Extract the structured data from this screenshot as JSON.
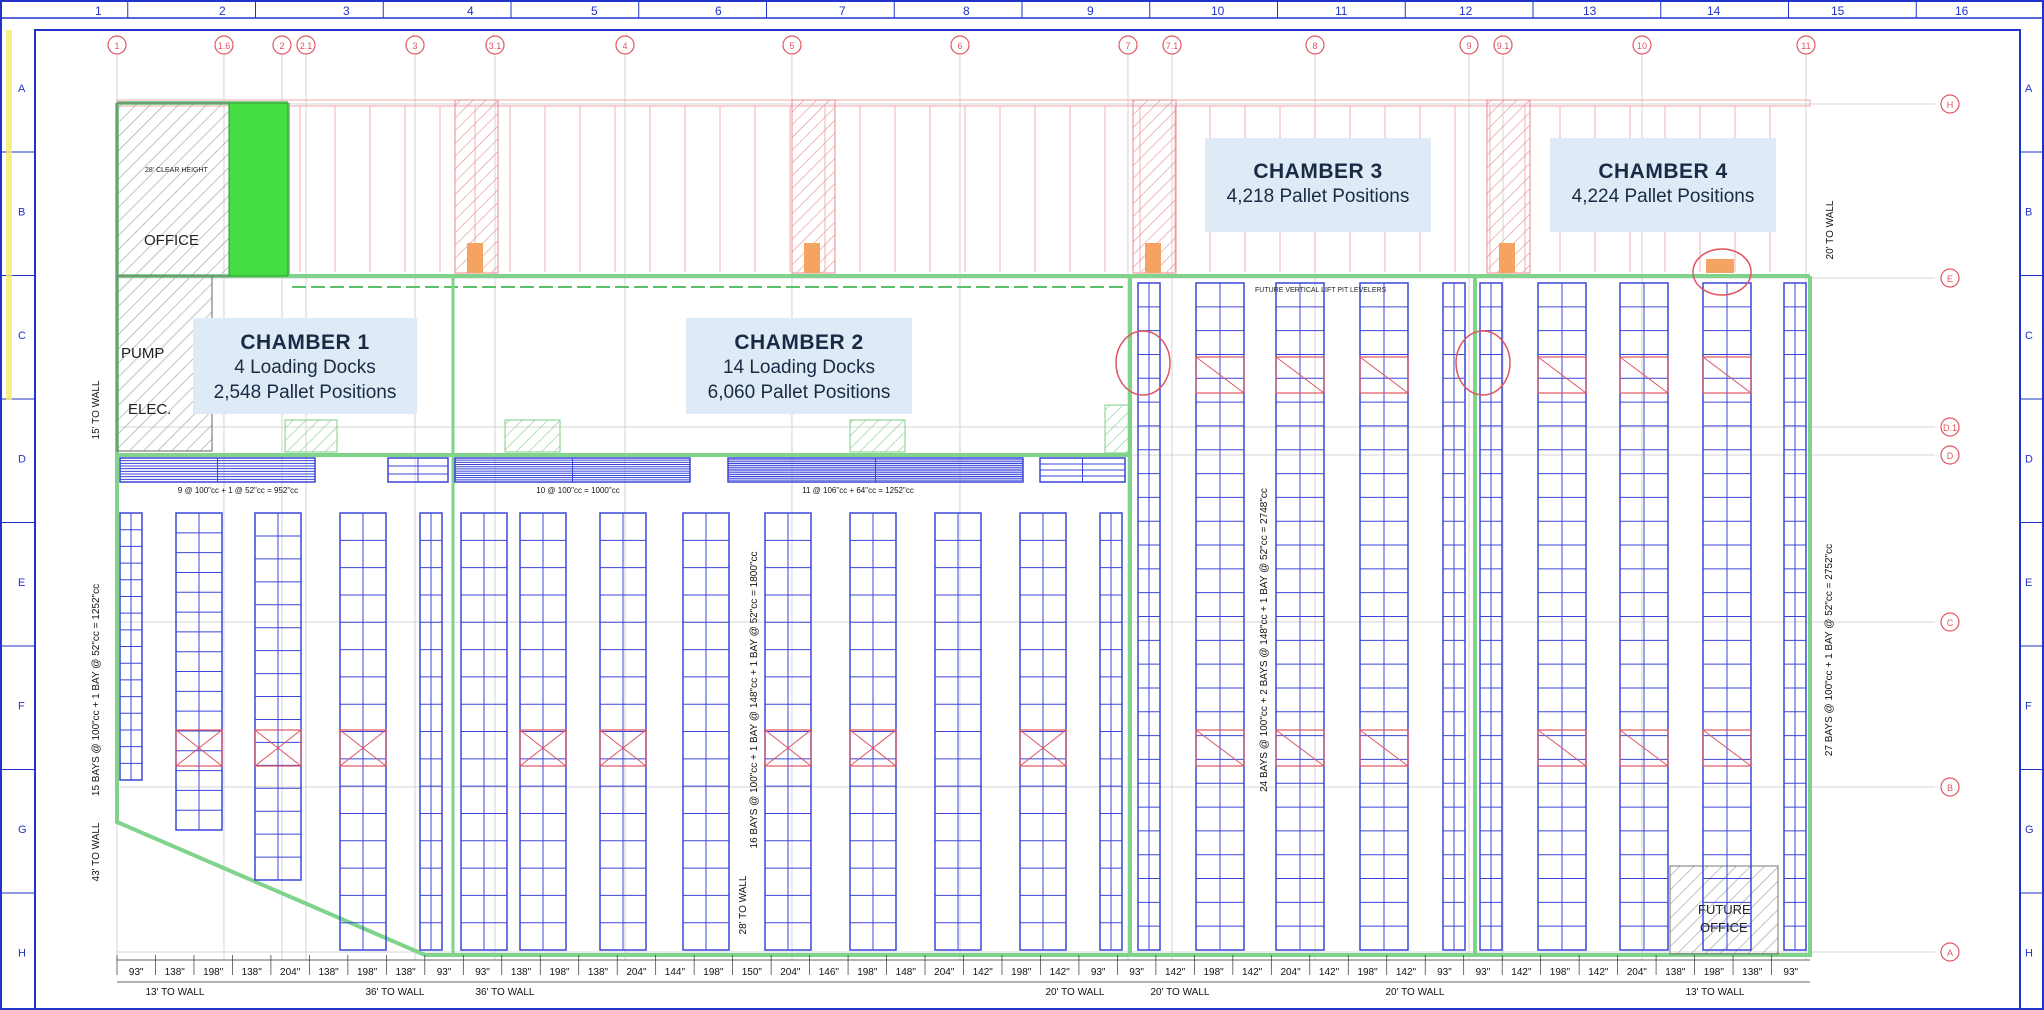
{
  "border_columns": [
    "1",
    "2",
    "3",
    "4",
    "5",
    "6",
    "7",
    "8",
    "9",
    "10",
    "11",
    "12",
    "13",
    "14",
    "15",
    "16"
  ],
  "border_rows": [
    "A",
    "B",
    "C",
    "D",
    "E",
    "F",
    "G",
    "H"
  ],
  "grid_columns": [
    "1",
    "1.6",
    "2",
    "2.1",
    "3",
    "3.1",
    "4",
    "5",
    "6",
    "7",
    "7.1",
    "8",
    "9",
    "9.1",
    "10",
    "11"
  ],
  "grid_rows": [
    "H",
    "E",
    "D.1",
    "D",
    "C",
    "B",
    "A"
  ],
  "chambers": [
    {
      "title": "CHAMBER 1",
      "lines": [
        "4 Loading Docks",
        "2,548 Pallet Positions"
      ]
    },
    {
      "title": "CHAMBER 2",
      "lines": [
        "14 Loading Docks",
        "6,060 Pallet Positions"
      ]
    },
    {
      "title": "CHAMBER 3",
      "lines": [
        "4,218 Pallet Positions"
      ]
    },
    {
      "title": "CHAMBER 4",
      "lines": [
        "4,224 Pallet Positions"
      ]
    }
  ],
  "rooms": {
    "office": "OFFICE",
    "pump": "PUMP",
    "elec": "ELEC.",
    "future_office_1": "FUTURE",
    "future_office_2": "OFFICE",
    "clear_height": "28' CLEAR HEIGHT"
  },
  "vertical_dims": [
    "15 BAYS @ 100\"cc + 1 BAY @ 52\"cc = 1252\"cc",
    "16 BAYS @ 100\"cc + 1 BAY @ 148\"cc + 1 BAY @ 52\"cc = 1800\"cc",
    "24 BAYS @ 100\"cc + 2 BAYS @ 148\"cc + 1 BAY @ 52\"cc = 2748\"cc",
    "27 BAYS @ 100\"cc + 1 BAY @ 52\"cc = 2752\"cc",
    "15' TO WALL",
    "20' TO WALL",
    "43' TO WALL",
    "28' TO WALL"
  ],
  "horizontal_dims": [
    "9 @ 100\"cc + 1 @ 52\"cc = 952\"cc",
    "10 @ 100\"cc = 1000\"cc",
    "11 @ 106\"cc + 64\"cc = 1252\"cc"
  ],
  "bottom_dims_row1": [
    "93\"",
    "138\"",
    "198\"",
    "138\"",
    "204\"",
    "138\"",
    "198\"",
    "138\"",
    "93\"",
    "93\"",
    "138\"",
    "198\"",
    "138\"",
    "204\"",
    "144\"",
    "198\"",
    "150\"",
    "204\"",
    "146\"",
    "198\"",
    "148\"",
    "204\"",
    "142\"",
    "198\"",
    "142\"",
    "93\"",
    "93\"",
    "142\"",
    "198\"",
    "142\"",
    "204\"",
    "142\"",
    "198\"",
    "142\"",
    "93\"",
    "93\"",
    "142\"",
    "198\"",
    "142\"",
    "204\"",
    "138\"",
    "198\"",
    "138\"",
    "93\""
  ],
  "bottom_dims_row2": [
    "13' TO WALL",
    "36' TO WALL",
    "36' TO WALL",
    "20' TO WALL",
    "20' TO WALL",
    "20' TO WALL",
    "13' TO WALL"
  ],
  "top_note": "FUTURE VERTICAL LIFT PIT LEVELERS",
  "colors": {
    "frame": "#2233cc",
    "racks": "#3344dd",
    "walls": "#7fd38a",
    "red": "#e05560",
    "callout": "#deebf7",
    "highlight": "#44dd44"
  }
}
